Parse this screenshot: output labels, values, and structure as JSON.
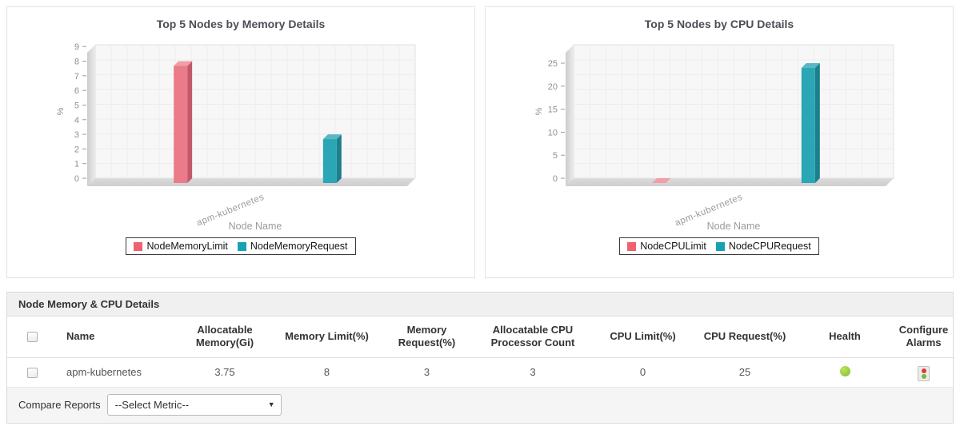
{
  "chart_data": [
    {
      "type": "bar",
      "title": "Top 5 Nodes by Memory Details",
      "categories": [
        "apm-kubernetes"
      ],
      "series": [
        {
          "name": "NodeMemoryLimit",
          "values": [
            8
          ],
          "color": "#eb7b89",
          "color_dark": "#c2596b",
          "color_light": "#f29da7",
          "legend_color": "#ee6272"
        },
        {
          "name": "NodeMemoryRequest",
          "values": [
            3
          ],
          "color": "#2aa6b4",
          "color_dark": "#1d7e8c",
          "color_light": "#57b8c4",
          "legend_color": "#17a2b2"
        }
      ],
      "xlabel": "Node Name",
      "ylabel": "%",
      "yticks": [
        0,
        1,
        2,
        3,
        4,
        5,
        6,
        7,
        8,
        9
      ],
      "ylim": [
        0,
        9.12
      ],
      "grid": true,
      "legend_position": "bottom"
    },
    {
      "type": "bar",
      "title": "Top 5 Nodes by CPU Details",
      "categories": [
        "apm-kubernetes"
      ],
      "series": [
        {
          "name": "NodeCPULimit",
          "values": [
            0
          ],
          "color": "#eb7b89",
          "color_dark": "#c2596b",
          "color_light": "#f29da7",
          "legend_color": "#ee6272"
        },
        {
          "name": "NodeCPURequest",
          "values": [
            25
          ],
          "color": "#2aa6b4",
          "color_dark": "#1d7e8c",
          "color_light": "#57b8c4",
          "legend_color": "#17a2b2"
        }
      ],
      "xlabel": "Node Name",
      "ylabel": "%",
      "yticks": [
        0,
        5,
        10,
        15,
        20,
        25
      ],
      "ylim": [
        0,
        29
      ],
      "grid": true,
      "legend_position": "bottom"
    }
  ],
  "table": {
    "title": "Node Memory & CPU Details",
    "columns": [
      "",
      "Name",
      "Allocatable Memory(Gi)",
      "Memory Limit(%)",
      "Memory Request(%)",
      "Allocatable CPU Processor Count",
      "CPU Limit(%)",
      "CPU Request(%)",
      "Health",
      "Configure Alarms"
    ],
    "rows": [
      {
        "name": "apm-kubernetes",
        "allocatable_memory_gi": "3.75",
        "memory_limit_pct": "8",
        "memory_request_pct": "3",
        "allocatable_cpu_count": "3",
        "cpu_limit_pct": "0",
        "cpu_request_pct": "25",
        "health": "green"
      }
    ],
    "footer": {
      "compare_label": "Compare Reports",
      "select_value": "--Select Metric--"
    }
  },
  "icons": {
    "select_arrow": "▼",
    "health_up": "green-circle",
    "configure_alarms": "traffic-light"
  }
}
